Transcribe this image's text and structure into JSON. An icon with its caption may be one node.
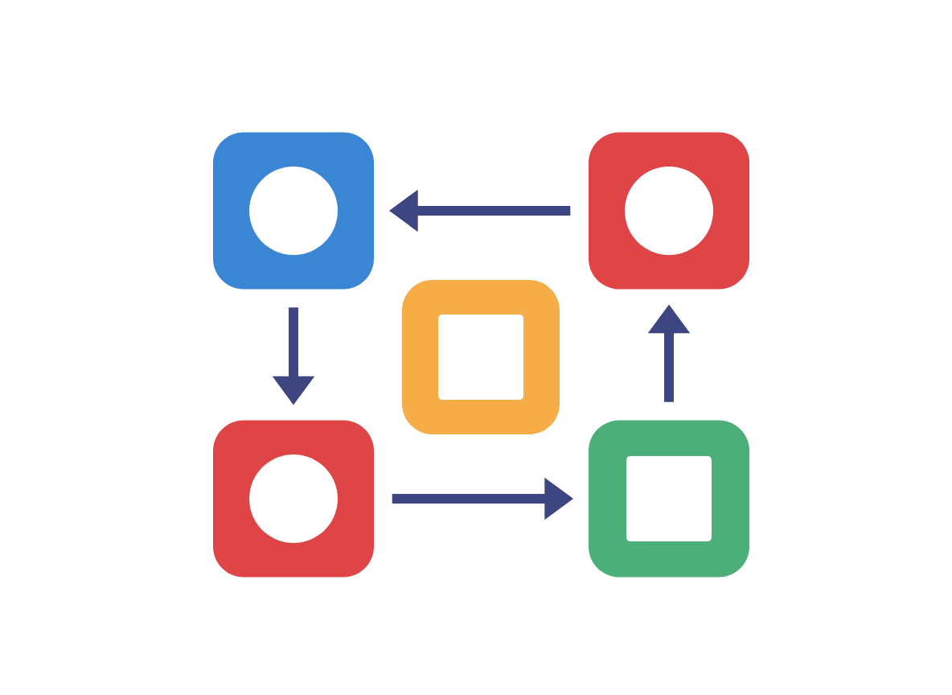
{
  "diagram": {
    "nodes": [
      {
        "text": [],
        "shape": "box"
      },
      {
        "text": [],
        "shape": "box"
      },
      {
        "text": [],
        "shape": "box"
      },
      {
        "text": [],
        "shape": "box"
      },
      {
        "text": [],
        "shape": "box"
      }
    ],
    "edges": [
      {
        "from": 1,
        "to": 0,
        "arrow": "to"
      },
      {
        "from": 0,
        "to": 3,
        "arrow": "to"
      },
      {
        "from": 3,
        "to": 4,
        "arrow": "to"
      },
      {
        "from": 4,
        "to": 1,
        "arrow": "to"
      }
    ]
  }
}
